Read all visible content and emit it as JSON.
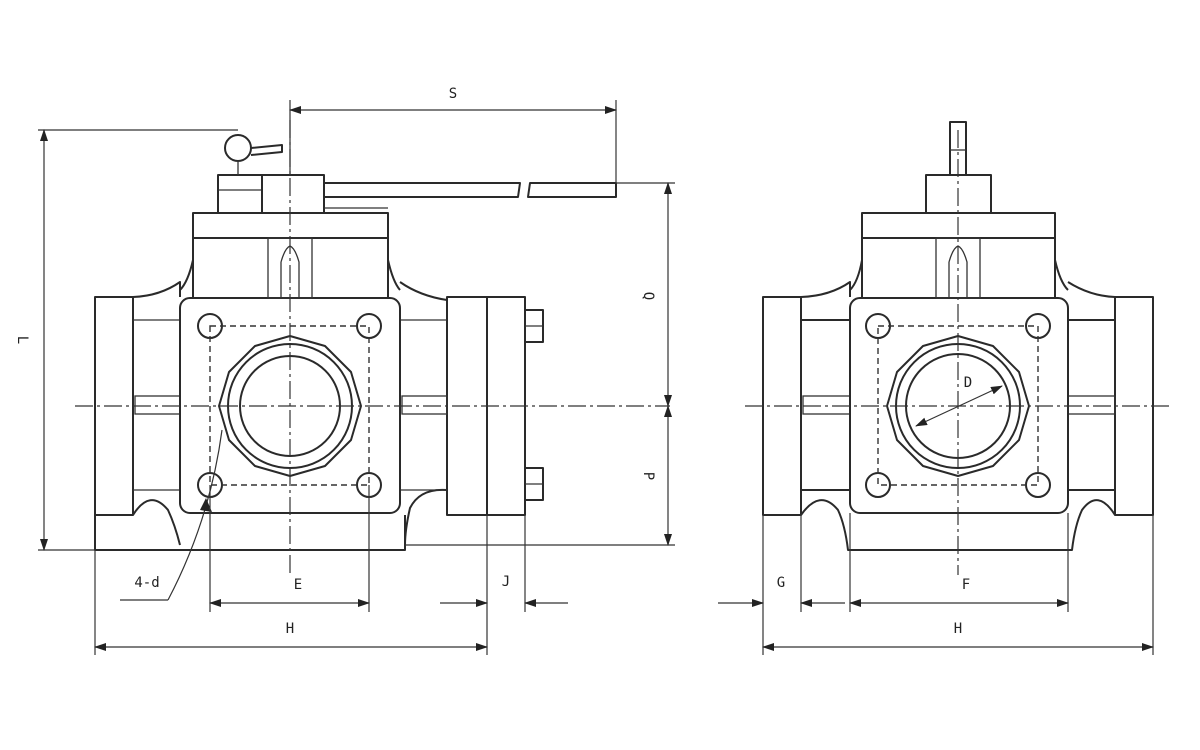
{
  "labels": {
    "S": "S",
    "L": "L",
    "Q": "Q",
    "P": "P",
    "holes": "4-d",
    "E": "E",
    "J": "J",
    "H_left": "H",
    "D": "D",
    "G": "G",
    "F": "F",
    "H_right": "H"
  }
}
